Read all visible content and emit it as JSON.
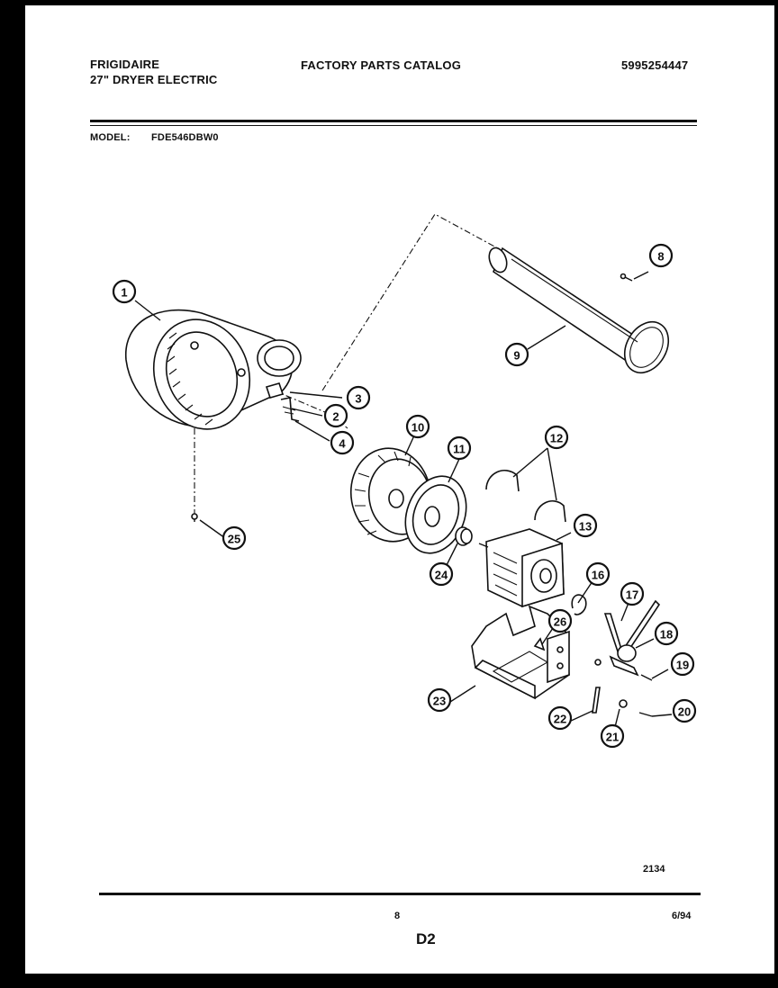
{
  "header": {
    "brand": "FRIGIDAIRE",
    "product_line": "27\" DRYER ELECTRIC",
    "catalog_title": "FACTORY PARTS CATALOG",
    "catalog_number": "5995254447",
    "model_label": "MODEL:",
    "model_number": "FDE546DBW0"
  },
  "callouts": [
    "1",
    "2",
    "3",
    "4",
    "8",
    "9",
    "10",
    "11",
    "12",
    "13",
    "16",
    "17",
    "18",
    "19",
    "20",
    "21",
    "22",
    "23",
    "24",
    "25",
    "26"
  ],
  "footer": {
    "drawing_number": "2134",
    "page_number": "8",
    "date": "6/94",
    "section": "D2"
  }
}
